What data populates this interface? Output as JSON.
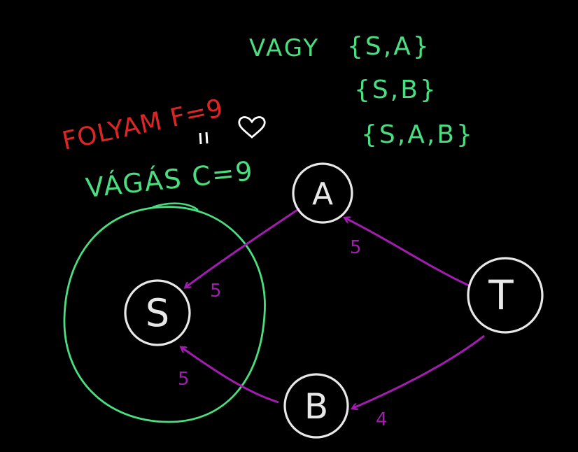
{
  "labels": {
    "flow": "FOLYAM F=9",
    "cut": "VÁGÁS C=9",
    "equals_mark": "=",
    "vagy": "VAGY",
    "heart_icon": "heart-icon"
  },
  "cut_sets": [
    "{S,A}",
    "{S,B}",
    "{S,A,B}"
  ],
  "nodes": {
    "S": "S",
    "A": "A",
    "B": "B",
    "T": "T"
  },
  "edges": [
    {
      "from": "A",
      "to": "S",
      "capacity": "5"
    },
    {
      "from": "B",
      "to": "S",
      "capacity": "5"
    },
    {
      "from": "T",
      "to": "A",
      "capacity": "5"
    },
    {
      "from": "T",
      "to": "B",
      "capacity": "4"
    }
  ],
  "colors": {
    "background": "#000000",
    "node": "#e8e8e8",
    "edge": "#a21caf",
    "green": "#4ade80",
    "red": "#dc2626",
    "heart": "#ffffff"
  }
}
